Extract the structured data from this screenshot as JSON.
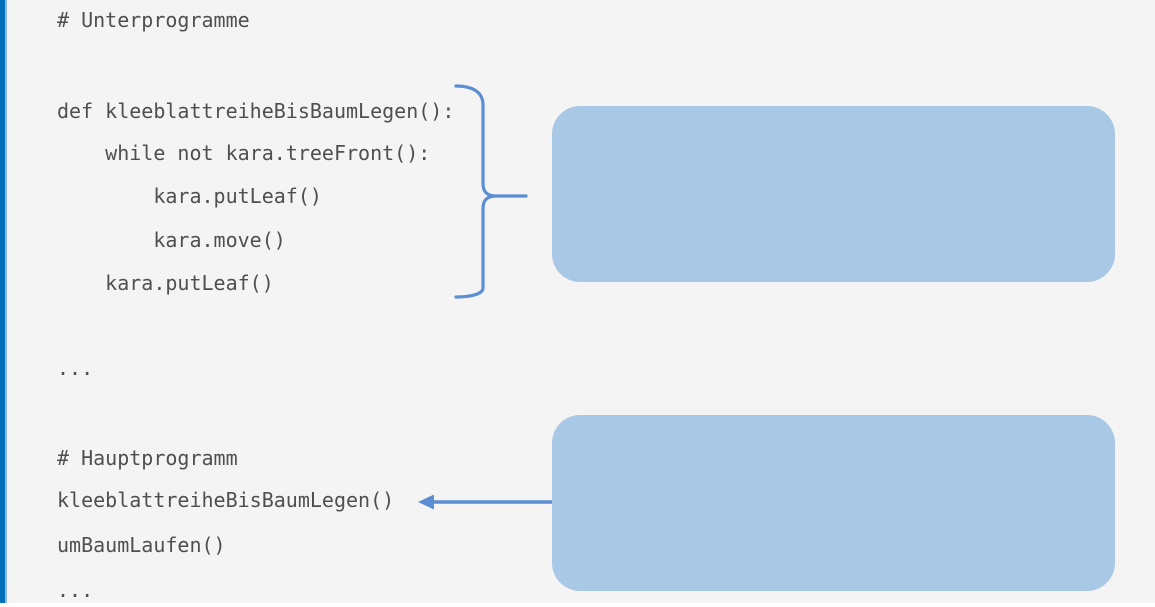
{
  "app": {
    "background_color": "#f4f4f4",
    "accent_bar_color": "#0071b8",
    "accent_bar_inner_color": "#8cb9dc",
    "code_text_color": "#4f4f4f",
    "annotation_fill_color": "#a9c8e6",
    "connector_color": "#5b8ed2"
  },
  "code": {
    "language": "python",
    "lines": [
      {
        "text": "# Unterprogramme"
      },
      {
        "text": "def kleeblattreiheBisBaumLegen():"
      },
      {
        "text": "    while not kara.treeFront():"
      },
      {
        "text": "        kara.putLeaf()"
      },
      {
        "text": "        kara.move()"
      },
      {
        "text": "    kara.putLeaf()"
      },
      {
        "text": "..."
      },
      {
        "text": "# Hauptprogramm"
      },
      {
        "text": "kleeblattreiheBisBaumLegen()"
      },
      {
        "text": "umBaumLaufen()"
      },
      {
        "text": "..."
      }
    ]
  },
  "annotations": {
    "subroutine_note_box": {
      "label": "",
      "shape": "rounded-rectangle",
      "linked_by": "right-curly-brace",
      "brace_spans_lines": "def kleeblattreiheBisBaumLegen(): ... kara.putLeaf()"
    },
    "main_call_note_box": {
      "label": "",
      "shape": "rounded-rectangle",
      "linked_by": "left-arrow",
      "arrow_points_to": "kleeblattreiheBisBaumLegen()"
    }
  }
}
